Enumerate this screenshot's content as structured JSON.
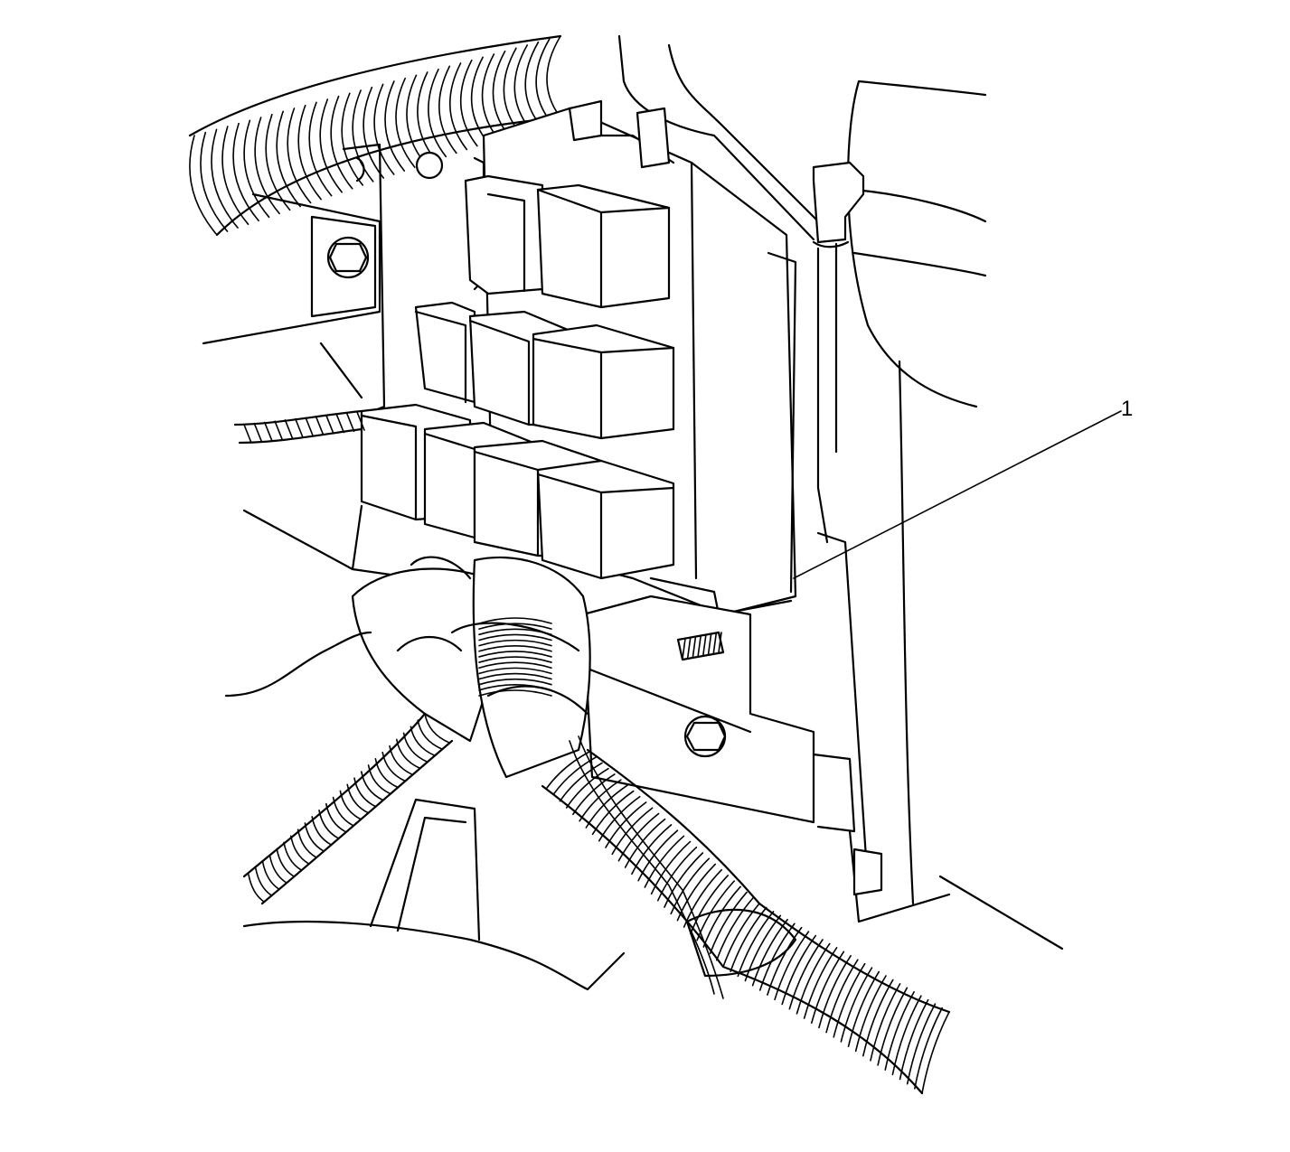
{
  "callouts": [
    {
      "id": "1",
      "label": "1",
      "target": "relay-center-module"
    }
  ],
  "colors": {
    "line": "#000000",
    "background": "#ffffff"
  }
}
